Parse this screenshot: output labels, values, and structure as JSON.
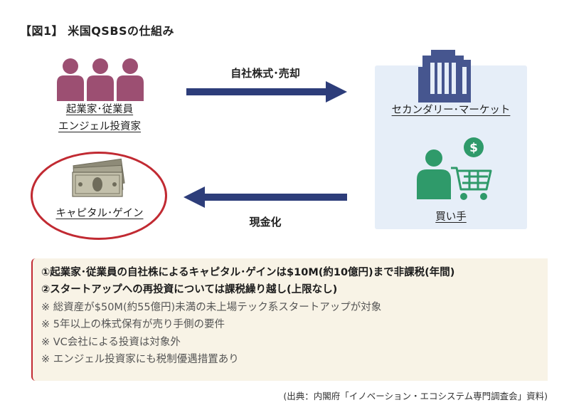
{
  "title": "【図1】 米国QSBSの仕組み",
  "founders": {
    "line1": "起業家･従業員",
    "line2": "エンジェル投資家",
    "icon": "people-icon"
  },
  "top_arrow_label": "自社株式･売却",
  "bottom_arrow_label": "現金化",
  "market": {
    "label": "セカンダリー･マーケット",
    "building_icon": "office-building-icon",
    "buyer_label": "買い手",
    "buyer_icon": "shopper-with-cart-icon"
  },
  "capital_gain": {
    "label": "キャピタル･ゲイン",
    "icon": "banknotes-icon"
  },
  "notes": [
    "①起業家･従業員の自社株によるキャピタル･ゲインは$10M(約10億円)まで非課税(年間)",
    "②スタートアップへの再投資については課税繰り越し(上限なし)",
    "※ 総資産が$50M(約55億円)未満の未上場テック系スタートアップが対象",
    "※ 5年以上の株式保有が売り手側の要件",
    "※ VC会社による投資は対象外",
    "※ エンジェル投資家にも税制優遇措置あり"
  ],
  "source": "(出典：内閣府「イノベーション・エコシステム専門調査会」資料)",
  "colors": {
    "people": "#9c4f72",
    "arrow": "#2d3d7a",
    "building": "#46568f",
    "buyer": "#2f9a6a",
    "ellipse": "#c12a32",
    "market_bg": "#e6eef8",
    "notes_bg": "#f8f3e6"
  }
}
